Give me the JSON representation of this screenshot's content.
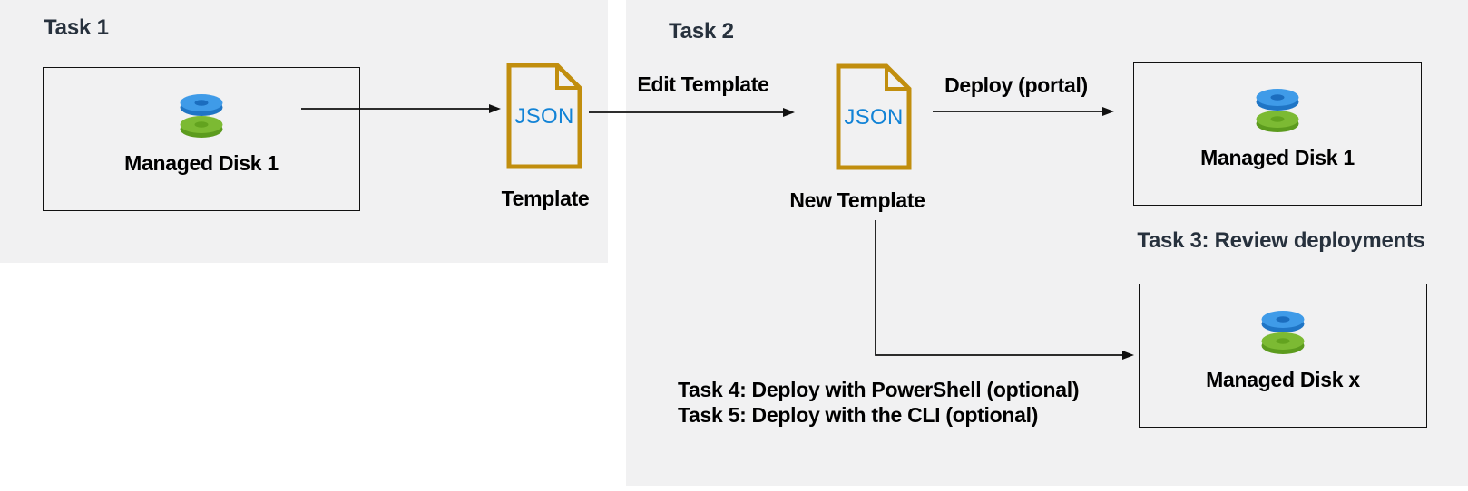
{
  "colors": {
    "background": "#ffffff",
    "panel": "#f1f1f2",
    "heading_text": "#27313d",
    "body_text": "#000000",
    "box_border": "#111111",
    "arrow": "#111111",
    "json_outline": "#c18e0e",
    "json_text": "#1283d6",
    "disk_blue_top": "#3f9be8",
    "disk_blue_side": "#1f75c5",
    "disk_blue_hole": "#1b6dbe",
    "disk_green_top": "#7cba33",
    "disk_green_side": "#5c9b1e",
    "disk_green_hole": "#63a31f"
  },
  "sections": {
    "task1": {
      "title": "Task 1"
    },
    "task2": {
      "title": "Task 2"
    }
  },
  "nodes": {
    "source_disk": {
      "label": "Managed Disk 1"
    },
    "template": {
      "file_type": "JSON",
      "label": "Template"
    },
    "new_template": {
      "file_type": "JSON",
      "label": "New Template"
    },
    "deployed_disk_portal": {
      "label": "Managed Disk 1"
    },
    "deployed_disk_x": {
      "label": "Managed Disk x"
    }
  },
  "arrows": {
    "edit_template": {
      "label": "Edit Template"
    },
    "deploy_portal": {
      "label": "Deploy (portal)"
    }
  },
  "captions": {
    "task3": "Task 3: Review deployments",
    "task4": "Task 4: Deploy with PowerShell (optional)",
    "task5": "Task 5: Deploy with the CLI (optional)"
  }
}
